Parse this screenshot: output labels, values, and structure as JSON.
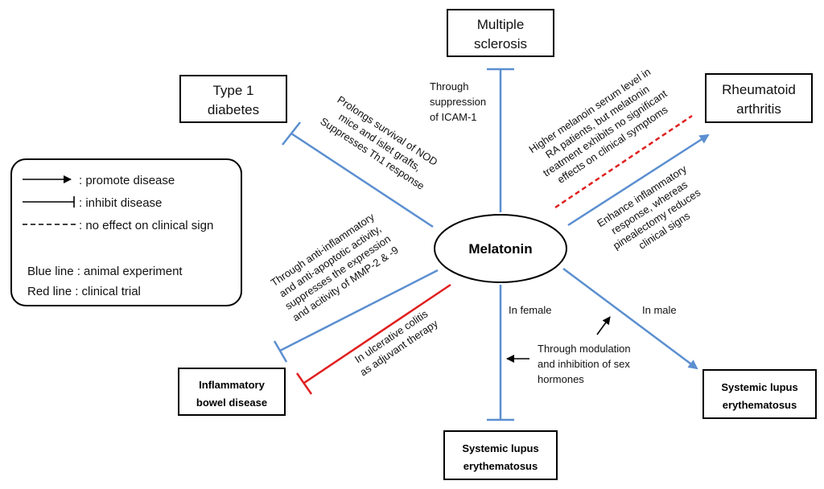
{
  "colors": {
    "blue": "#5b8fd0",
    "red": "#e02020",
    "black": "#000000"
  },
  "center": {
    "label": "Melatonin"
  },
  "nodes": {
    "multiple_sclerosis": [
      "Multiple",
      "sclerosis"
    ],
    "type1_diabetes": [
      "Type 1",
      "diabetes"
    ],
    "rheumatoid_arthritis": [
      "Rheumatoid",
      "arthritis"
    ],
    "ibd": [
      "Inflammatory",
      "bowel disease"
    ],
    "sle_bottom": [
      "Systemic lupus",
      "erythematosus"
    ],
    "sle_right": [
      "Systemic lupus",
      "erythematosus"
    ]
  },
  "annotations": {
    "ms": [
      "Through",
      "suppression",
      "of ICAM-1"
    ],
    "t1d": [
      "Prolongs survival of NOD",
      "mice and islet grafts,",
      "Suppresses Th1 response"
    ],
    "ra_clinical": [
      "Higher melanoin serum level in",
      "RA patients, but melatonin",
      "treatment exhibits no significant",
      "effects on clinical symptoms"
    ],
    "ra_animal": [
      "Enhance inflammatory",
      "response, whereas",
      "pinealectomy reduces",
      "clinical signs"
    ],
    "ibd_animal": [
      "Through anti-inflammatory",
      "and anti-apoptotic activity,",
      "suppresses the expression",
      "and acitivity of MMP-2 & -9"
    ],
    "ibd_clinical": [
      "In ulcerative colitis",
      "as adjuvant therapy"
    ],
    "female": "In female",
    "male": "In male",
    "sex_hormones": [
      "Through modulation",
      "and inhibition of sex",
      "hormones"
    ]
  },
  "legend": {
    "promote": ": promote disease",
    "inhibit": ": inhibit disease",
    "no_effect": ": no effect on clinical sign",
    "blue_line": "Blue line : animal experiment",
    "red_line": "Red  line : clinical trial"
  }
}
